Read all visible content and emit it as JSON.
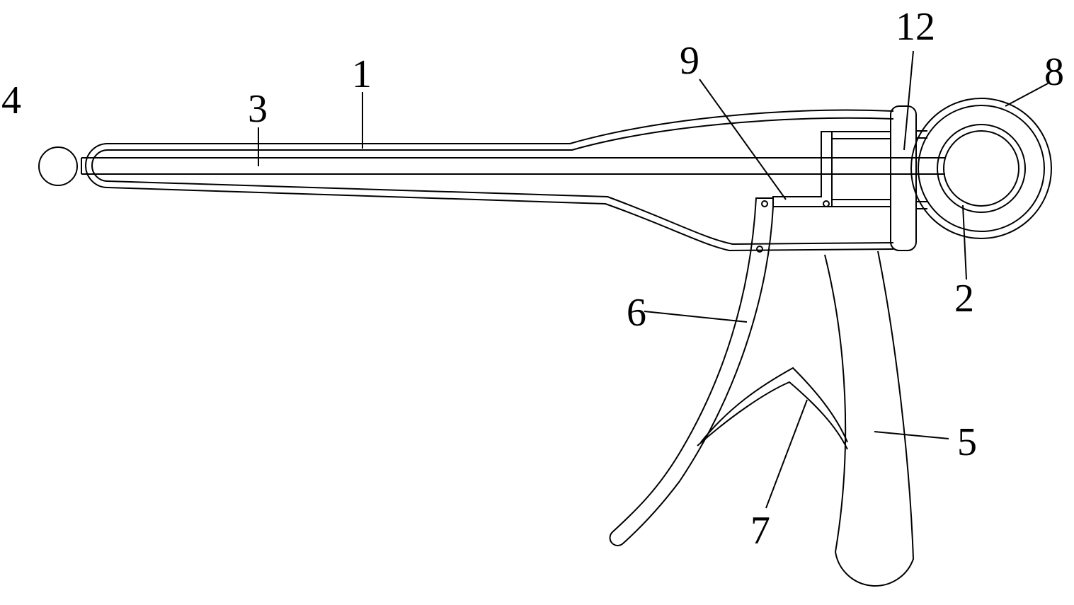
{
  "diagram": {
    "labels": {
      "l1": "1",
      "l2": "2",
      "l3": "3",
      "l4": "4",
      "l5": "5",
      "l6": "6",
      "l7": "7",
      "l8": "8",
      "l9": "9",
      "l12": "12"
    },
    "line_color": "#000000",
    "background": "#ffffff"
  }
}
